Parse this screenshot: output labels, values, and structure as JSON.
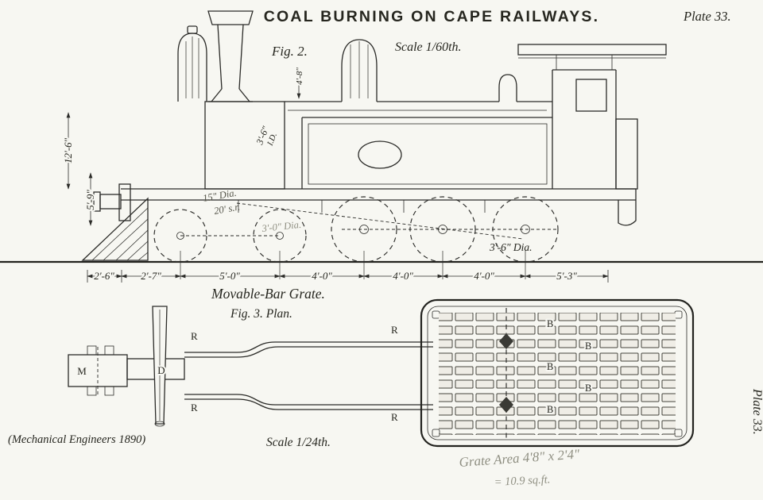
{
  "header": {
    "title": "COAL BURNING ON CAPE RAILWAYS.",
    "plate": "Plate 33."
  },
  "fig2": {
    "fig_label": "Fig. 2.",
    "scale": "Scale 1/60th.",
    "dims": {
      "overall_height": "12'-6\"",
      "buffer_height": "5'-9\"",
      "chimney_height": "4'-8\"",
      "boiler_id": "3'-6\"",
      "boiler_id_suffix": "I.D.",
      "wheel_note_1": "15\" Dia.",
      "wheel_note_2": "20' s.r.",
      "leading_wheel_dia": "3'-0\" Dia.",
      "driver_dia": "3'-6\" Dia."
    },
    "dim_chain": [
      "2'-6\"",
      "2'-7\"",
      "5'-0\"",
      "4'-0\"",
      "4'-0\"",
      "4'-0\"",
      "5'-3\""
    ]
  },
  "fig3": {
    "title": "Movable-Bar Grate.",
    "fig_label": "Fig. 3.  Plan.",
    "scale": "Scale 1/24th.",
    "letters": {
      "r": "R",
      "b": "B",
      "m": "M",
      "d": "D"
    },
    "note_line1": "Grate Area 4'8\" x 2'4\"",
    "note_line2": "= 10.9 sq.ft."
  },
  "footer": {
    "credit": "(Mechanical Engineers 1890)",
    "plate_side": "Plate 33."
  }
}
